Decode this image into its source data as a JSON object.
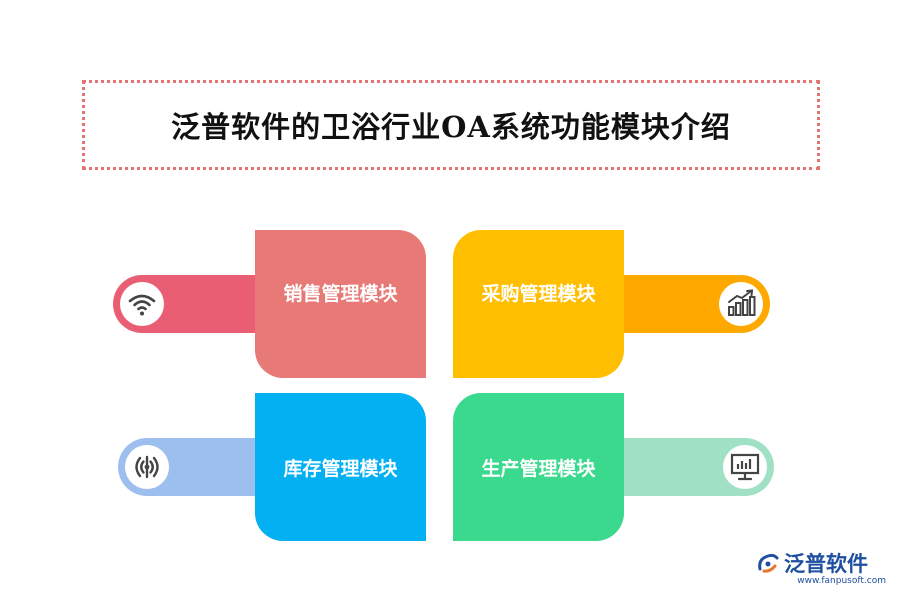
{
  "title": "泛普软件的卫浴行业OA系统功能模块介绍",
  "modules": [
    {
      "label": "销售管理模块",
      "icon": "wifi-icon",
      "color": "#e77a77",
      "pill_color": "#ea5e73"
    },
    {
      "label": "采购管理模块",
      "icon": "growth-chart-icon",
      "color": "#ffbe00",
      "pill_color": "#ffa800"
    },
    {
      "label": "库存管理模块",
      "icon": "signal-broadcast-icon",
      "color": "#03b0f2",
      "pill_color": "#9dbff0"
    },
    {
      "label": "生产管理模块",
      "icon": "monitor-chart-icon",
      "color": "#3bd98e",
      "pill_color": "#a0e1c5"
    }
  ],
  "brand": {
    "name": "泛普软件",
    "url": "www.fanpusoft.com",
    "logo_icon": "fanpu-logo-icon",
    "color": "#1e4fa0"
  }
}
